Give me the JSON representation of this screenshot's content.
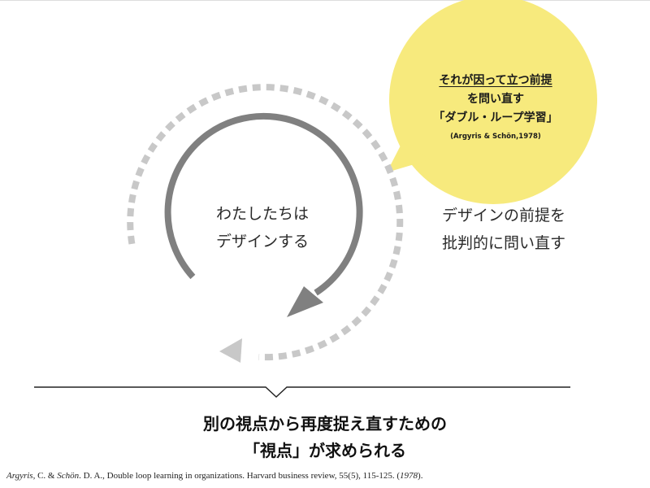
{
  "speech_bubble": {
    "line1": "それが因って立つ前提",
    "line2": "を問い直す",
    "line3": "「ダブル・ループ学習」",
    "citation": "(Argyris & Schön,1978)",
    "color": "#f7ea7d"
  },
  "inner_loop": {
    "line1": "わたしたちは",
    "line2": "デザインする",
    "color": "#808080"
  },
  "outer_loop": {
    "line1": "デザインの前提を",
    "line2": "批判的に問い直す",
    "color": "#c8c8c8"
  },
  "conclusion": {
    "line1": "別の視点から再度捉え直すための",
    "line2": "「視点」が求められる"
  },
  "reference": {
    "author1": "Argyris",
    "sep1": ", C. & ",
    "author2": "Schön",
    "rest": ". D. A.,  Double loop learning in organizations. Harvard business review, 55(5), 115-125. (",
    "year": "1978",
    "end": ")."
  }
}
